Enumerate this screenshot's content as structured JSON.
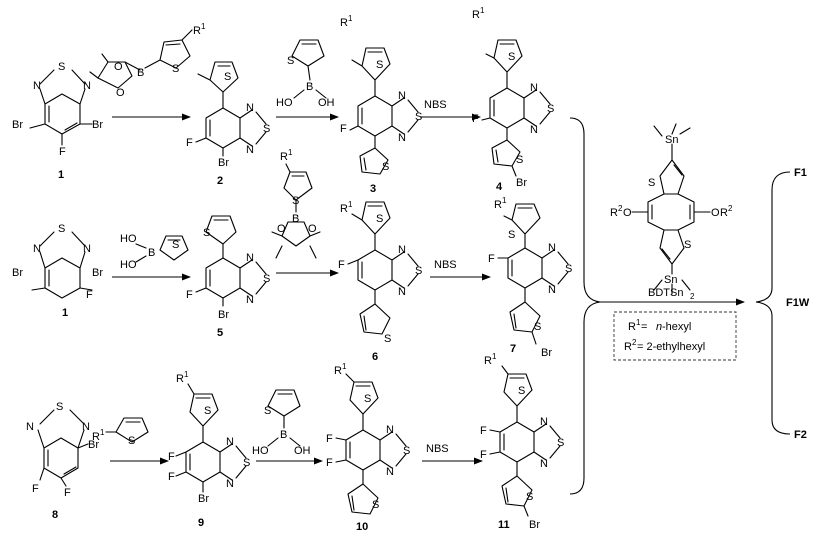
{
  "atoms": {
    "S": "S",
    "N": "N",
    "Br": "Br",
    "F": "F",
    "B": "B",
    "O": "O",
    "HO": "HO",
    "OH": "OH",
    "Sn": "Sn",
    "R": "R",
    "one": "1",
    "two": "2"
  },
  "reagents": {
    "nbs": "NBS",
    "bdtsn": "BDTSn",
    "bdtsn_sub": "2"
  },
  "compounds": {
    "c1": "1",
    "c2": "2",
    "c3": "3",
    "c4": "4",
    "c5": "5",
    "c6": "6",
    "c7": "7",
    "c8": "8",
    "c9": "9",
    "c10": "10",
    "c11": "11"
  },
  "products": {
    "p1": "F1",
    "p2": "F1W",
    "p3": "F2"
  },
  "conditions": {
    "r1_prefix": "R",
    "r1_sup": "1",
    "r1_eq": " = ",
    "r1_italic": "n",
    "r1_rest": "-hexyl",
    "r2_prefix": "R",
    "r2_sup": "2",
    "r2_value": " = 2-ethylhexyl"
  }
}
